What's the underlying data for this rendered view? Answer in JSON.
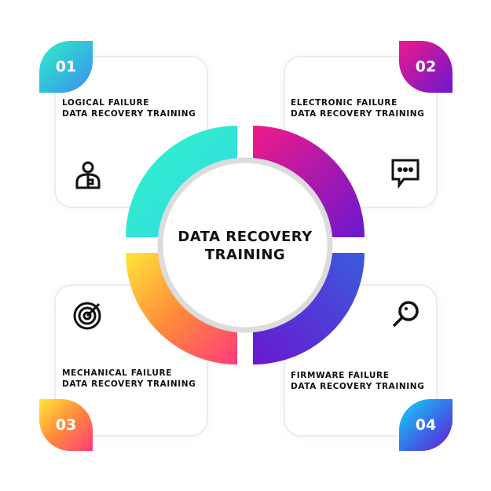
{
  "center": {
    "line1": "DATA RECOVERY",
    "line2": "TRAINING"
  },
  "items": [
    {
      "number": "01",
      "line1": "LOGICAL FAILURE",
      "line2": "DATA RECOVERY TRAINING",
      "icon": "doctor-icon",
      "colors": [
        "#2ef0c8",
        "#33d0ea"
      ]
    },
    {
      "number": "02",
      "line1": "ELECTRONIC FAILURE",
      "line2": "DATA RECOVERY TRAINING",
      "icon": "chat-bubble-icon",
      "colors": [
        "#ee1a8a",
        "#7a1fd2"
      ]
    },
    {
      "number": "03",
      "line1": "MECHANICAL FAILURE",
      "line2": "DATA RECOVERY TRAINING",
      "icon": "target-icon",
      "colors": [
        "#ffe53a",
        "#ff3a7c"
      ]
    },
    {
      "number": "04",
      "line1": "FIRMWARE FAILURE",
      "line2": "DATA RECOVERY TRAINING",
      "icon": "magnifier-icon",
      "colors": [
        "#3a5bdc",
        "#6a18cf"
      ]
    }
  ]
}
